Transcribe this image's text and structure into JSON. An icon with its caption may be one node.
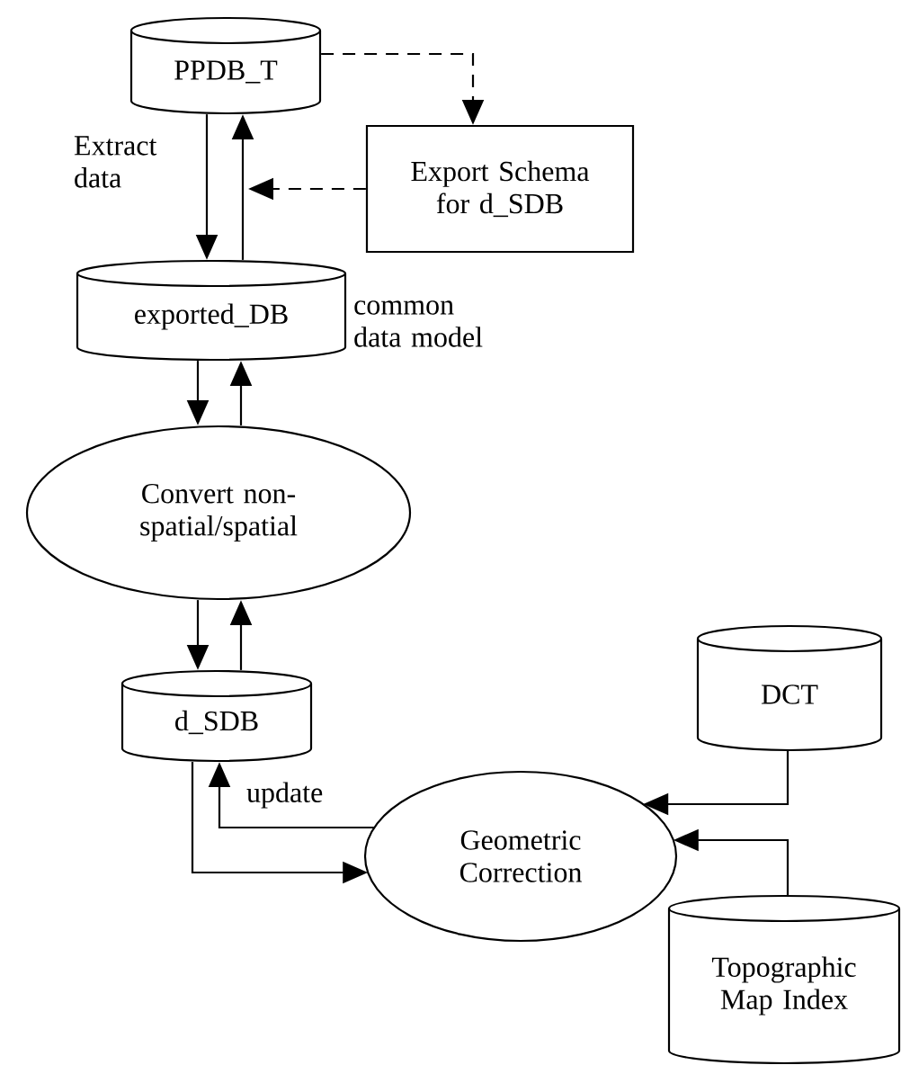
{
  "diagram": {
    "nodes": [
      {
        "text": [
          "PPDB_T"
        ]
      },
      {
        "text": [
          "Export Schema for d_SDB"
        ]
      },
      {
        "text": [
          "exported_DB"
        ],
        "beside": [
          "common data model"
        ]
      },
      {
        "text": [
          "Convert non-spatial/spatial"
        ]
      },
      {
        "text": [
          "d_SDB"
        ]
      },
      {
        "text": [
          "Geometric Correction"
        ]
      },
      {
        "text": [
          "DCT"
        ]
      },
      {
        "text": [
          "Topographic Map Index"
        ]
      }
    ],
    "edges": [
      {
        "from": 0,
        "to": 2,
        "arrow": "to",
        "label": "Extract data"
      },
      {
        "from": 2,
        "to": 0,
        "arrow": "to"
      },
      {
        "from": 0,
        "to": 1,
        "arrow": "to",
        "style": "dashed"
      },
      {
        "from": 1,
        "to": null,
        "arrow": "to",
        "style": "dashed"
      },
      {
        "from": 2,
        "to": 3,
        "arrow": "to"
      },
      {
        "from": 3,
        "to": 2,
        "arrow": "to"
      },
      {
        "from": 3,
        "to": 4,
        "arrow": "to"
      },
      {
        "from": 4,
        "to": 3,
        "arrow": "to"
      },
      {
        "from": 5,
        "to": 4,
        "arrow": "to",
        "label": "update"
      },
      {
        "from": 4,
        "to": 5,
        "arrow": "to"
      },
      {
        "from": 6,
        "to": 5,
        "arrow": "to"
      },
      {
        "from": 7,
        "to": 5,
        "arrow": "to"
      }
    ]
  }
}
